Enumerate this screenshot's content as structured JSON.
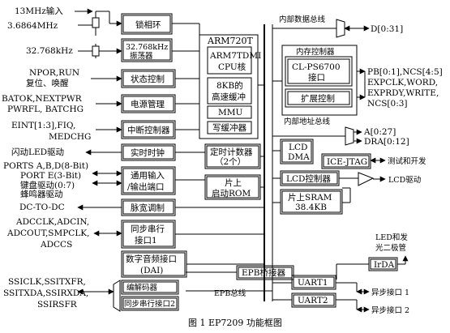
{
  "caption": "图 1  EP7209 功能框图",
  "left_labels": {
    "clk13": "13MHz输入",
    "clk3": "3.6864MHz",
    "clk32": "32.768kHz",
    "npor1": "NPOR,RUN",
    "npor2": "复位、唤醒",
    "batok1": "BATOK,NEXTPWR",
    "batok2": "PWRFL, BATCHG",
    "eint1": "EINT[1:3],FIQ,",
    "eint2": "MEDCHG",
    "led": "闪动LED驱动",
    "ports1": "PORTS A,B,D(8-Bit)",
    "ports2": "PORT E(3-Bit)",
    "ports3": "键盘驱动(0:7)",
    "ports4": "蜂鸣器驱动",
    "dcdc": "DC-TO-DC",
    "adc1": "ADCCLK,ADCIN,",
    "adc2": "ADCOUT,SMPCLK,",
    "adc3": "ADCCS",
    "ssi1": "SSICLK,SSITXFR,",
    "ssi2": "SSITXDA,SSIRXDA,",
    "ssi3": "SSIRSFR"
  },
  "blocks": {
    "pll": "锁相环",
    "osc1": "32.768kHz",
    "osc2": "振荡器",
    "state": "状态控制",
    "power": "电源管理",
    "intc": "中断控制器",
    "rtc": "实时时钟",
    "gpio1": "通用输入",
    "gpio2": "/输出端口",
    "pwm": "脉宽调制",
    "uart1_1": "同步串行",
    "uart1_2": "接口1",
    "dai1": "数字音频接口",
    "dai2": "(DAI)",
    "codec": "编解码器",
    "ssi2": "同步串行接口2",
    "arm": "ARM720T",
    "core1": "ARM7TDMI",
    "core2": "CPU核",
    "cache1": "8KB的",
    "cache2": "高速缓冲",
    "mmu": "MMU",
    "wbuf": "写缓冲器",
    "timer1": "定时计数器",
    "timer2": "（2个）",
    "rom1": "片上",
    "rom2": "启动ROM",
    "epb": "EPB桥接器",
    "memctl": "内存控制器",
    "clps1": "CL-PS6700",
    "clps2": "接口",
    "expctl": "扩展控制",
    "lcddma1": "LCD",
    "lcddma2": "DMA",
    "icejtag": "ICE-JTAG",
    "lcdctl": "LCD控制器",
    "sram1": "片上SRAM",
    "sram2": "38.4KB",
    "irda": "IrDA",
    "uart1": "UART1",
    "uart2": "UART2"
  },
  "right_labels": {
    "databus": "内部数据总线",
    "d031": "D[0:31]",
    "pb1": "PB[0:1],NCS[4:5]",
    "pb2": "EXPCLK,WORD,",
    "pb3": "EXPRDY,WRITE,",
    "pb4": "NCS[0:3]",
    "addrbus": "内部地址总线",
    "a027": "A[0:27]",
    "dra": "DRA[0:12]",
    "test": "测试和开发",
    "lcddrv": "LCD驱动",
    "irled1": "LED和发",
    "irled2": "光二极管",
    "async1": "异步接口 1",
    "async2": "异步接口 2",
    "epbbus": "EPB总线"
  }
}
